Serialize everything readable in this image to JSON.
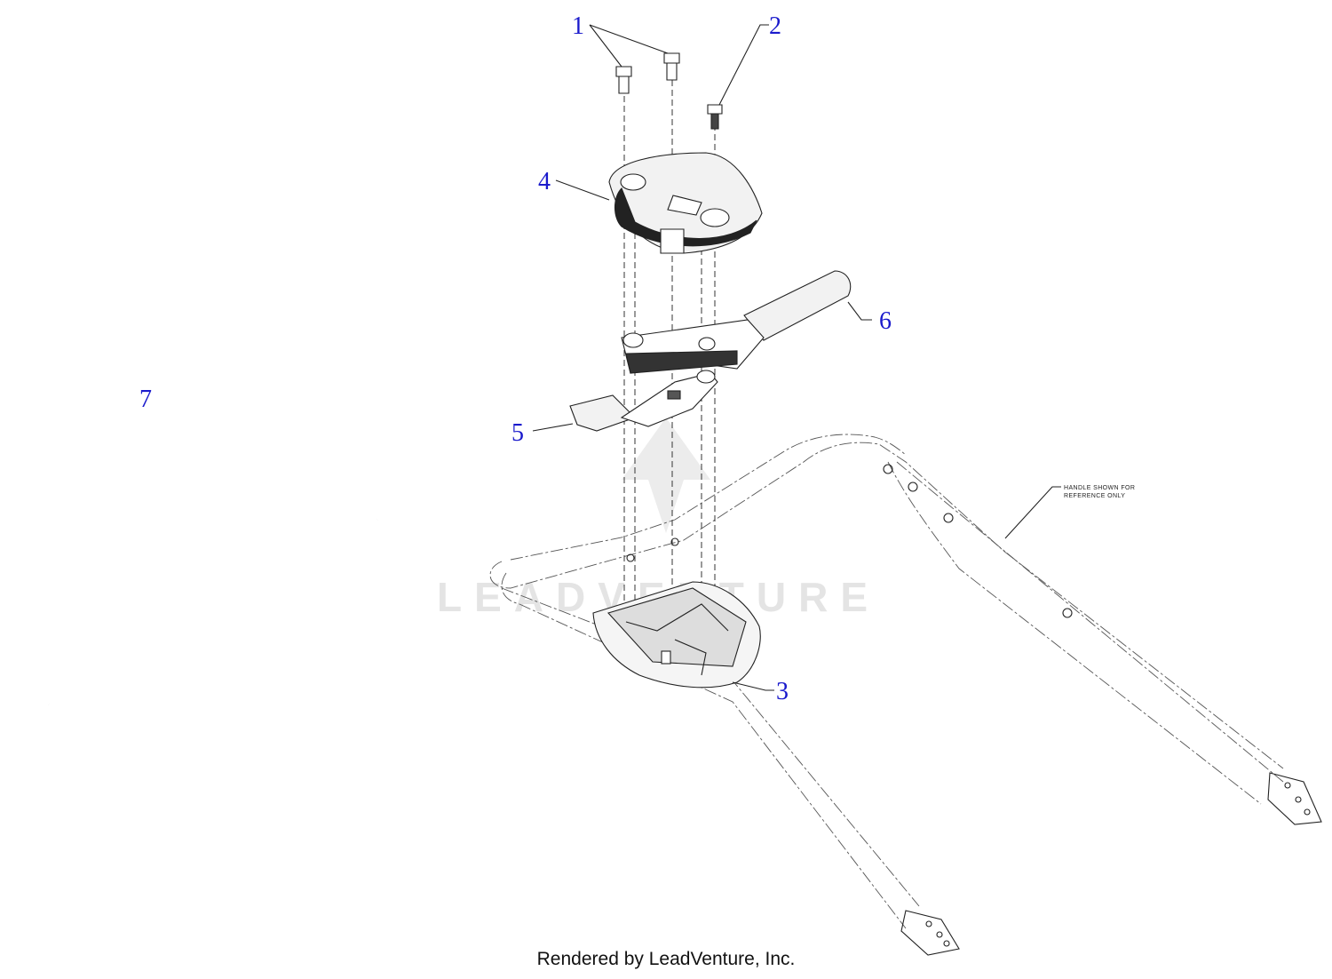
{
  "diagram": {
    "callouts": [
      "1",
      "2",
      "3",
      "4",
      "5",
      "6",
      "7"
    ],
    "note_line1": "HANDLE SHOWN FOR",
    "note_line2": "REFERENCE ONLY",
    "watermark": "LEADVENTURE"
  },
  "footer": {
    "text": "Rendered by LeadVenture, Inc."
  }
}
